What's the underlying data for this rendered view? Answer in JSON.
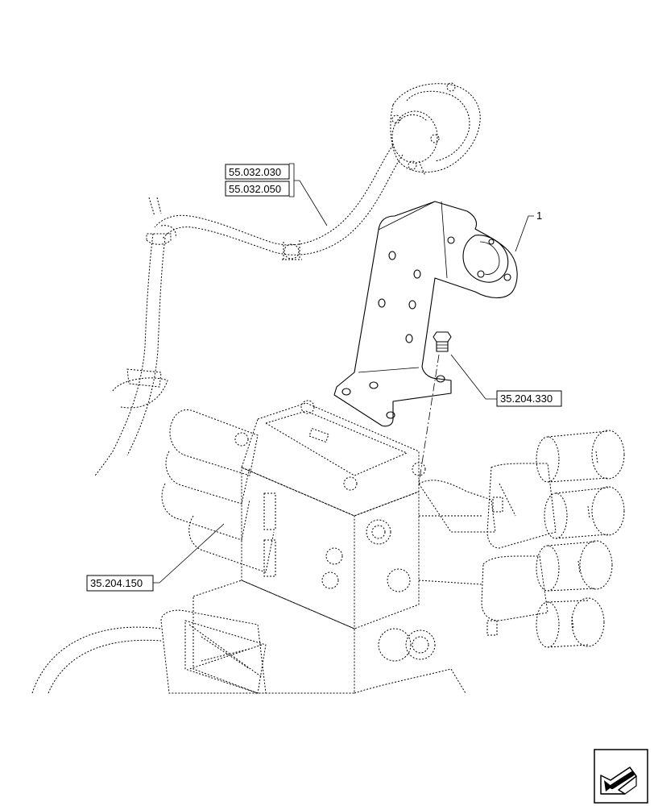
{
  "references": {
    "ref_1": "55.032.030",
    "ref_2": "55.032.050",
    "ref_3": "35.204.330",
    "ref_4": "35.204.150"
  },
  "callouts": {
    "item_1": "1"
  },
  "icons": {
    "nav": "next-page-arrow-icon"
  },
  "colors": {
    "line": "#000000",
    "background": "#ffffff"
  }
}
